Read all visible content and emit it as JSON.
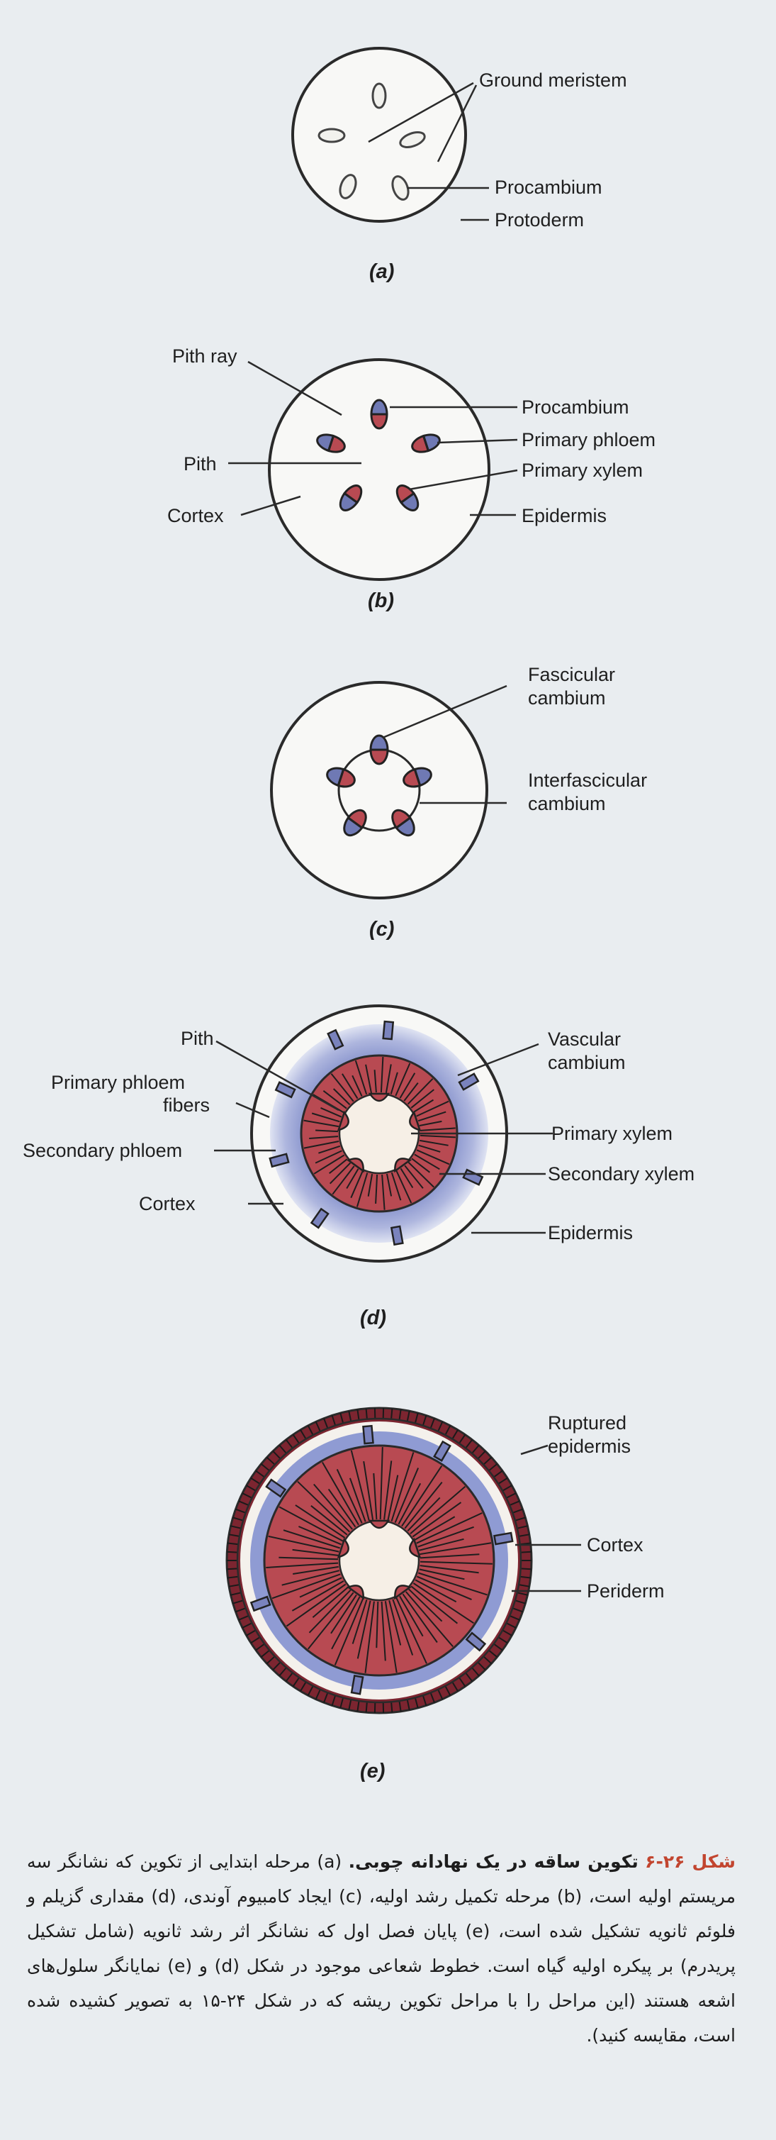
{
  "panels": [
    {
      "id": "a",
      "caption": "(a)",
      "labels": {
        "ground_meristem": "Ground meristem",
        "procambium": "Procambium",
        "protoderm": "Protoderm"
      }
    },
    {
      "id": "b",
      "caption": "(b)",
      "labels": {
        "pith_ray": "Pith ray",
        "pith": "Pith",
        "cortex": "Cortex",
        "procambium": "Procambium",
        "primary_phloem": "Primary phloem",
        "primary_xylem": "Primary xylem",
        "epidermis": "Epidermis"
      }
    },
    {
      "id": "c",
      "caption": "(c)",
      "labels": {
        "fascicular_1": "Fascicular",
        "fascicular_2": "cambium",
        "interfascicular_1": "Interfascicular",
        "interfascicular_2": "cambium"
      }
    },
    {
      "id": "d",
      "caption": "(d)",
      "labels": {
        "pith": "Pith",
        "ppf_1": "Primary phloem",
        "ppf_2": "fibers",
        "secondary_phloem": "Secondary phloem",
        "cortex": "Cortex",
        "vascular_1": "Vascular",
        "vascular_2": "cambium",
        "primary_xylem": "Primary xylem",
        "secondary_xylem": "Secondary xylem",
        "epidermis": "Epidermis"
      }
    },
    {
      "id": "e",
      "caption": "(e)",
      "labels": {
        "ruptured_1": "Ruptured",
        "ruptured_2": "epidermis",
        "cortex": "Cortex",
        "periderm": "Periderm"
      }
    }
  ],
  "colors": {
    "xylem": "#b84a52",
    "phloem": "#6f79b4",
    "pith": "#f6efe6",
    "outline": "#2a2a2a",
    "halo": "#b4bde0"
  },
  "figure_caption": {
    "number": "شکل ۲۶-۶",
    "title": "تکوین ساقه در یک نهادانه چوبی.",
    "body": "(a) مرحله ابتدایی از تکوین که نشانگر سه مریستم اولیه است، (b) مرحله تکمیل رشد اولیه، (c) ایجاد کامبیوم آوندی، (d) مقداری گزیلم و فلوئم ثانویه تشکیل شده است، (e) پایان فصل اول که نشانگر اثر رشد ثانویه (شامل تشکیل پریدرم) بر پیکره اولیه گیاه است. خطوط شعاعی موجود در شکل (d) و (e) نمایانگر سلول‌های اشعه هستند (این مراحل را با مراحل تکوین ریشه که در شکل ۲۴-۱۵ به تصویر کشیده شده است، مقایسه کنید)."
  }
}
